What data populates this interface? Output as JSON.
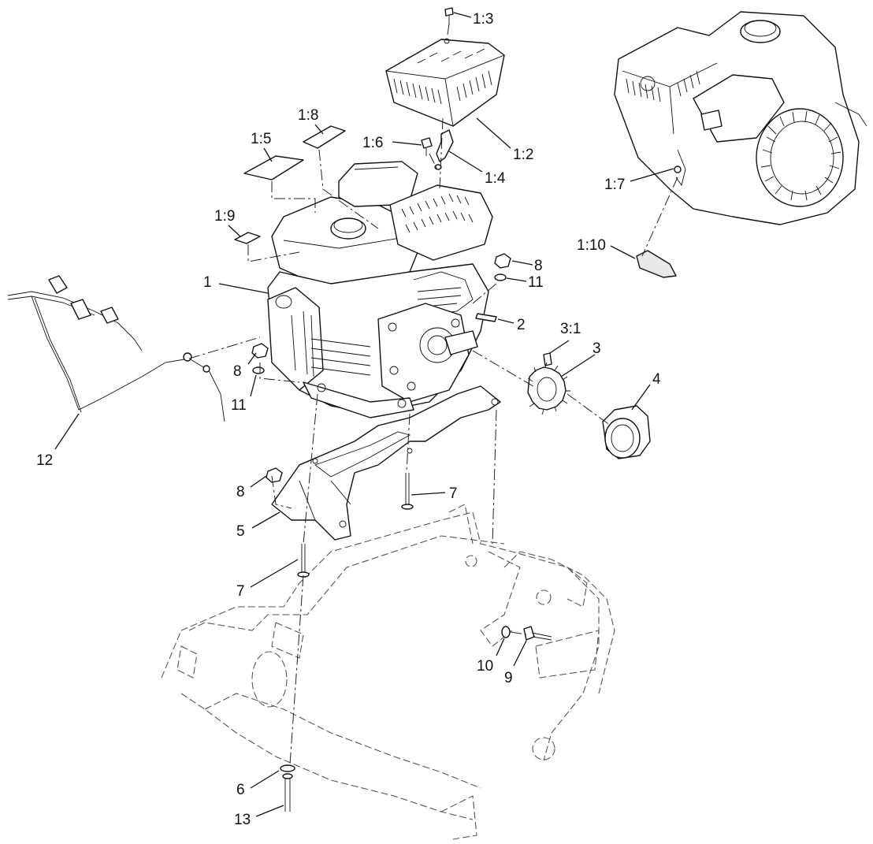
{
  "callouts": {
    "c_1_3": "1:3",
    "c_1_2": "1:2",
    "c_1_4": "1:4",
    "c_1_6": "1:6",
    "c_1_8": "1:8",
    "c_1_5": "1:5",
    "c_1_9": "1:9",
    "c_1": "1",
    "c_8_top": "8",
    "c_11_top": "11",
    "c_2": "2",
    "c_3_1": "3:1",
    "c_3": "3",
    "c_4": "4",
    "c_8_left": "8",
    "c_11_left": "11",
    "c_12": "12",
    "c_8_bracket": "8",
    "c_7_right": "7",
    "c_5": "5",
    "c_7_left": "7",
    "c_10": "10",
    "c_9": "9",
    "c_6": "6",
    "c_13": "13",
    "c_1_7": "1:7",
    "c_1_10": "1:10"
  }
}
